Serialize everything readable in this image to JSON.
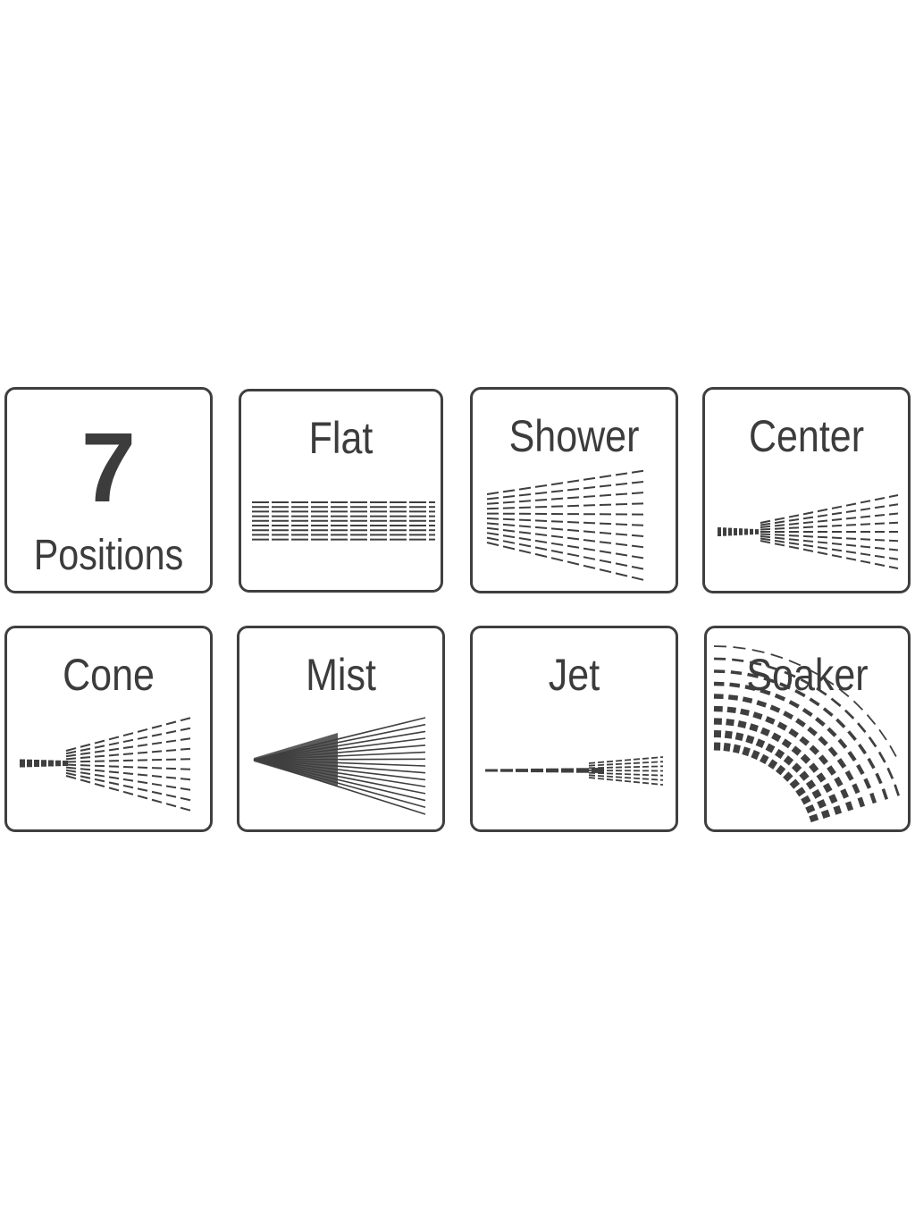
{
  "colors": {
    "stroke": "#3f3f3f",
    "text": "#3c3c3c",
    "background": "#ffffff"
  },
  "summary_tile": {
    "number": "7",
    "label": "Positions"
  },
  "spray_modes": [
    {
      "label": "Flat",
      "icon": "flat-spray-icon"
    },
    {
      "label": "Shower",
      "icon": "shower-spray-icon"
    },
    {
      "label": "Center",
      "icon": "center-spray-icon"
    },
    {
      "label": "Cone",
      "icon": "cone-spray-icon"
    },
    {
      "label": "Mist",
      "icon": "mist-spray-icon"
    },
    {
      "label": "Jet",
      "icon": "jet-spray-icon"
    },
    {
      "label": "Soaker",
      "icon": "soaker-spray-icon"
    }
  ]
}
